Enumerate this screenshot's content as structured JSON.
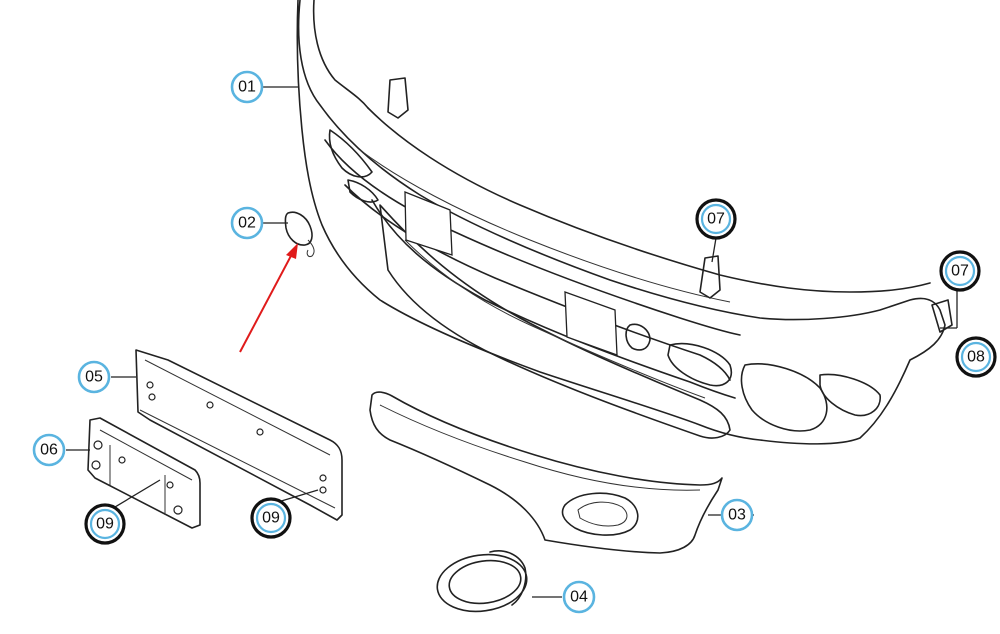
{
  "callouts": {
    "c01": "01",
    "c02": "02",
    "c03": "03",
    "c04": "04",
    "c05": "05",
    "c06": "06",
    "c07a": "07",
    "c07b": "07",
    "c08": "08",
    "c09a": "09",
    "c09b": "09"
  },
  "colors": {
    "callout_ring": "#5ab4e0",
    "arrow": "#e01b1b",
    "line": "#222222"
  }
}
